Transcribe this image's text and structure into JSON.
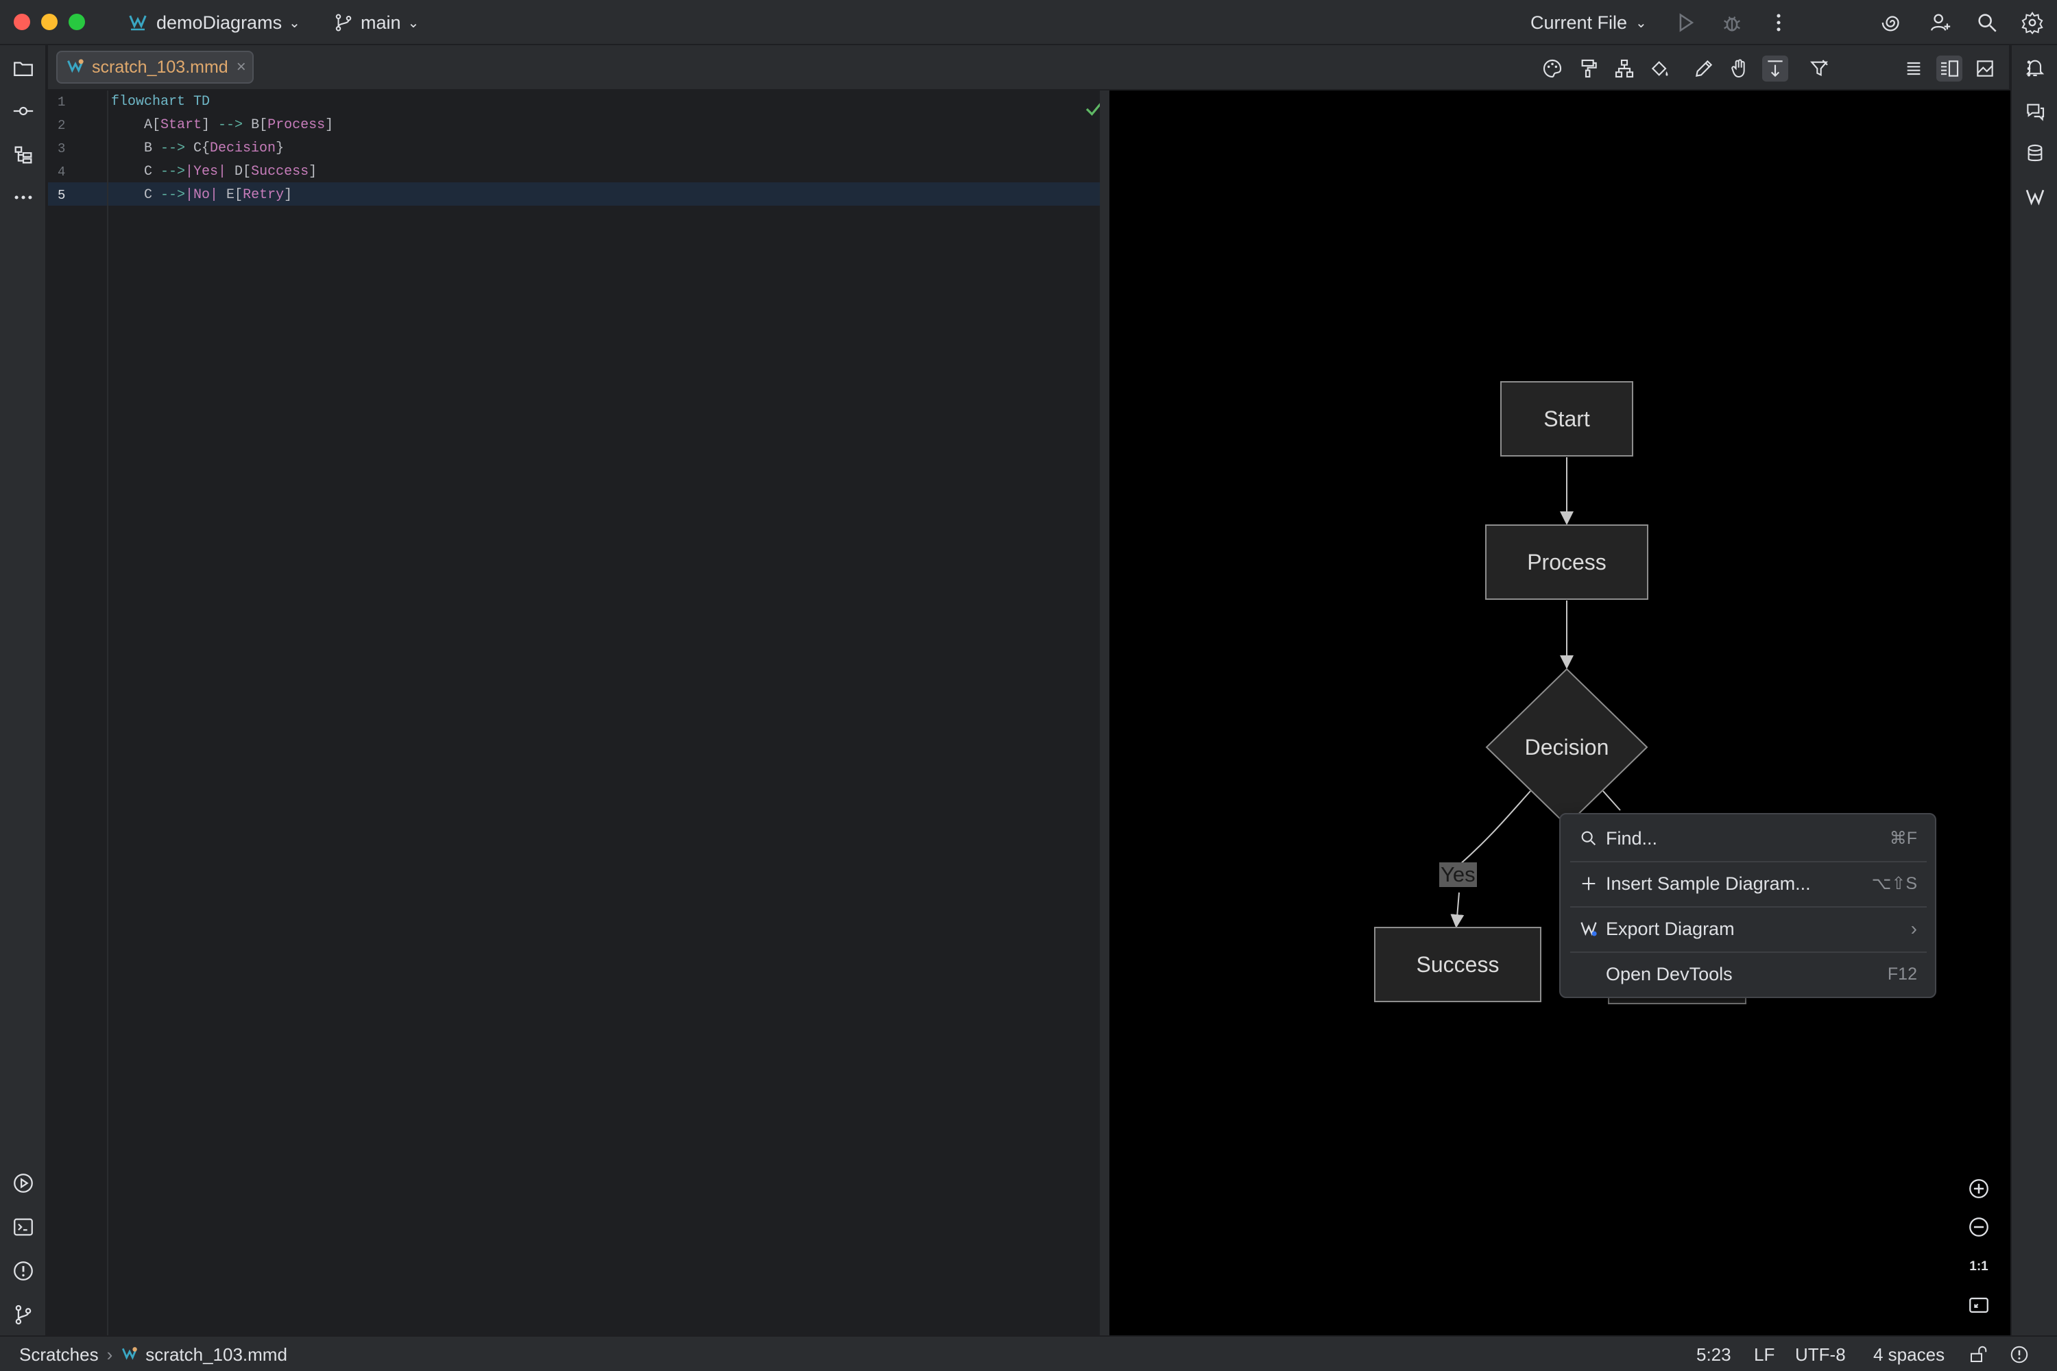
{
  "titlebar": {
    "project": "demoDiagrams",
    "branch": "main",
    "run_config": "Current File"
  },
  "tab": {
    "filename": "scratch_103.mmd",
    "close": "×"
  },
  "editor": {
    "line_numbers": [
      "1",
      "2",
      "3",
      "4",
      "5"
    ],
    "current_line": 5
  },
  "diagram": {
    "nodes": {
      "start": "Start",
      "process": "Process",
      "decision": "Decision",
      "success": "Success"
    },
    "edge_labels": {
      "yes": "Yes"
    }
  },
  "context_menu": {
    "items": [
      {
        "label": "Find...",
        "shortcut": "⌘F",
        "icon": "search-icon"
      },
      {
        "label": "Insert Sample Diagram...",
        "shortcut": "⌥⇧S",
        "icon": "plus-icon"
      },
      {
        "label": "Export Diagram",
        "shortcut": "›",
        "icon": "mermaid-icon"
      },
      {
        "label": "Open DevTools",
        "shortcut": "F12",
        "icon": ""
      }
    ]
  },
  "zoom": {
    "reset_label": "1:1"
  },
  "statusbar": {
    "breadcrumb_root": "Scratches",
    "breadcrumb_sep": "›",
    "breadcrumb_file": "scratch_103.mmd",
    "position": "5:23",
    "line_ending": "LF",
    "encoding": "UTF-8",
    "indent": "4 spaces"
  },
  "colors": {
    "accent": "#3574f0",
    "tab_text": "#e0a96d",
    "check": "#5fb865",
    "mermaid_teal": "#3aa7c4"
  }
}
